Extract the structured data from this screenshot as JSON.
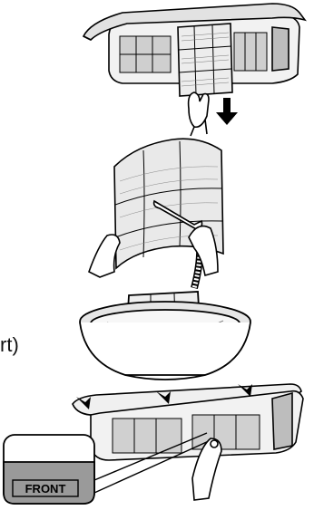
{
  "side_text_fragment": "rt)",
  "callout": {
    "label": "FRONT"
  },
  "colors": {
    "line": "#000000",
    "panel_shade": "#d4d4d4",
    "label_box": "#9a9a9a",
    "water": "#e6e6e6"
  },
  "steps": [
    {
      "name": "remove-filter",
      "icon": "arrow-down-icon"
    },
    {
      "name": "clean-with-vacuum"
    },
    {
      "name": "wash-in-basin"
    },
    {
      "name": "close-front-panel",
      "icon": "arrow-down-icon"
    }
  ]
}
